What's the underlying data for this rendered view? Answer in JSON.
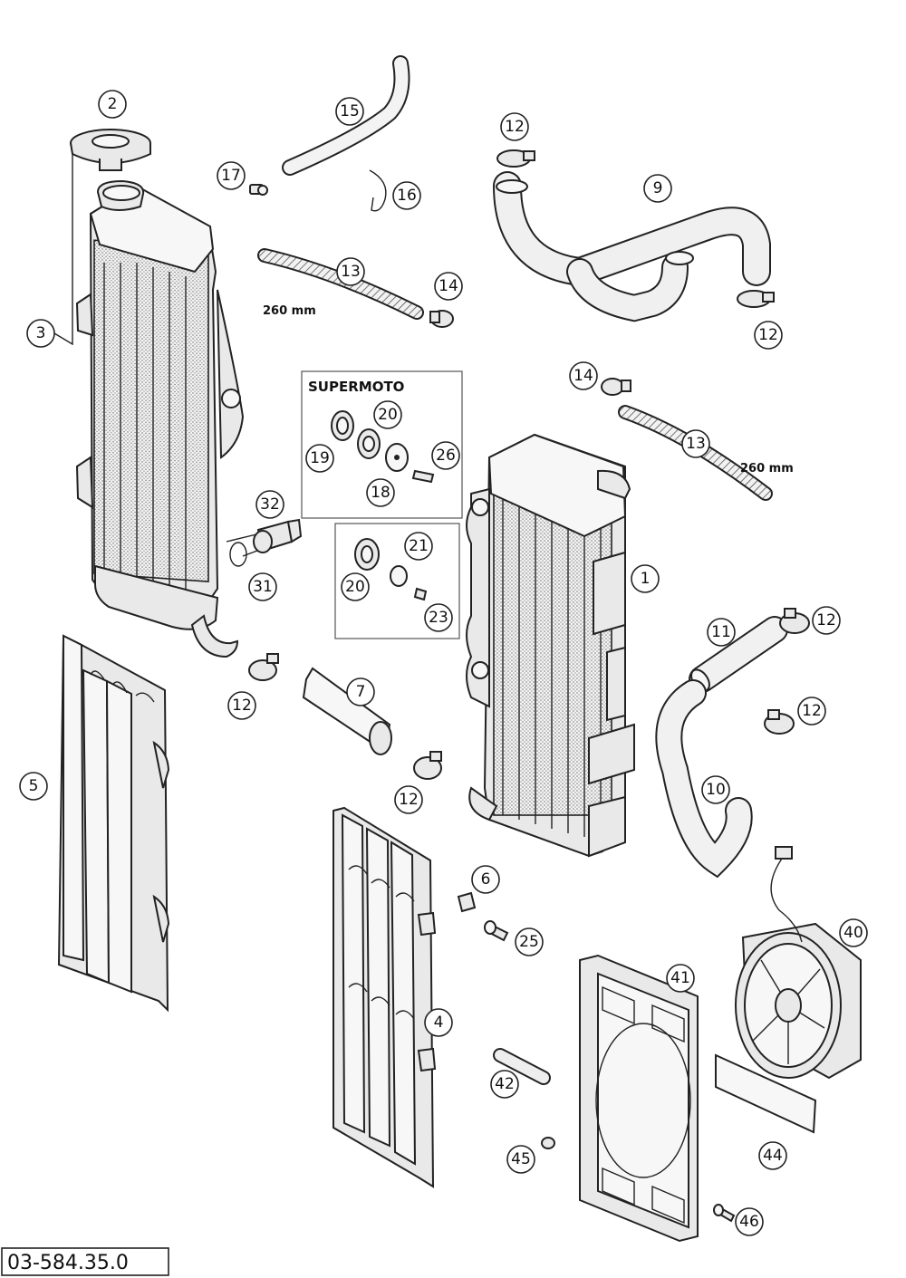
{
  "diagram": {
    "reference_number": "03-584.35.0",
    "group_label": "SUPERMOTO",
    "hose_length_labels": [
      "260 mm",
      "260 mm"
    ],
    "callouts": {
      "c1": "1",
      "c2": "2",
      "c3": "3",
      "c4": "4",
      "c5": "5",
      "c6": "6",
      "c7": "7",
      "c9": "9",
      "c10": "10",
      "c11": "11",
      "c12a": "12",
      "c12b": "12",
      "c12c": "12",
      "c12d": "12",
      "c12e": "12",
      "c12f": "12",
      "c13a": "13",
      "c13b": "13",
      "c14a": "14",
      "c14b": "14",
      "c15": "15",
      "c16": "16",
      "c17": "17",
      "c18": "18",
      "c19": "19",
      "c20a": "20",
      "c20b": "20",
      "c21": "21",
      "c23": "23",
      "c25": "25",
      "c26": "26",
      "c31": "31",
      "c32": "32",
      "c40": "40",
      "c41": "41",
      "c42": "42",
      "c44": "44",
      "c45": "45",
      "c46": "46"
    }
  }
}
